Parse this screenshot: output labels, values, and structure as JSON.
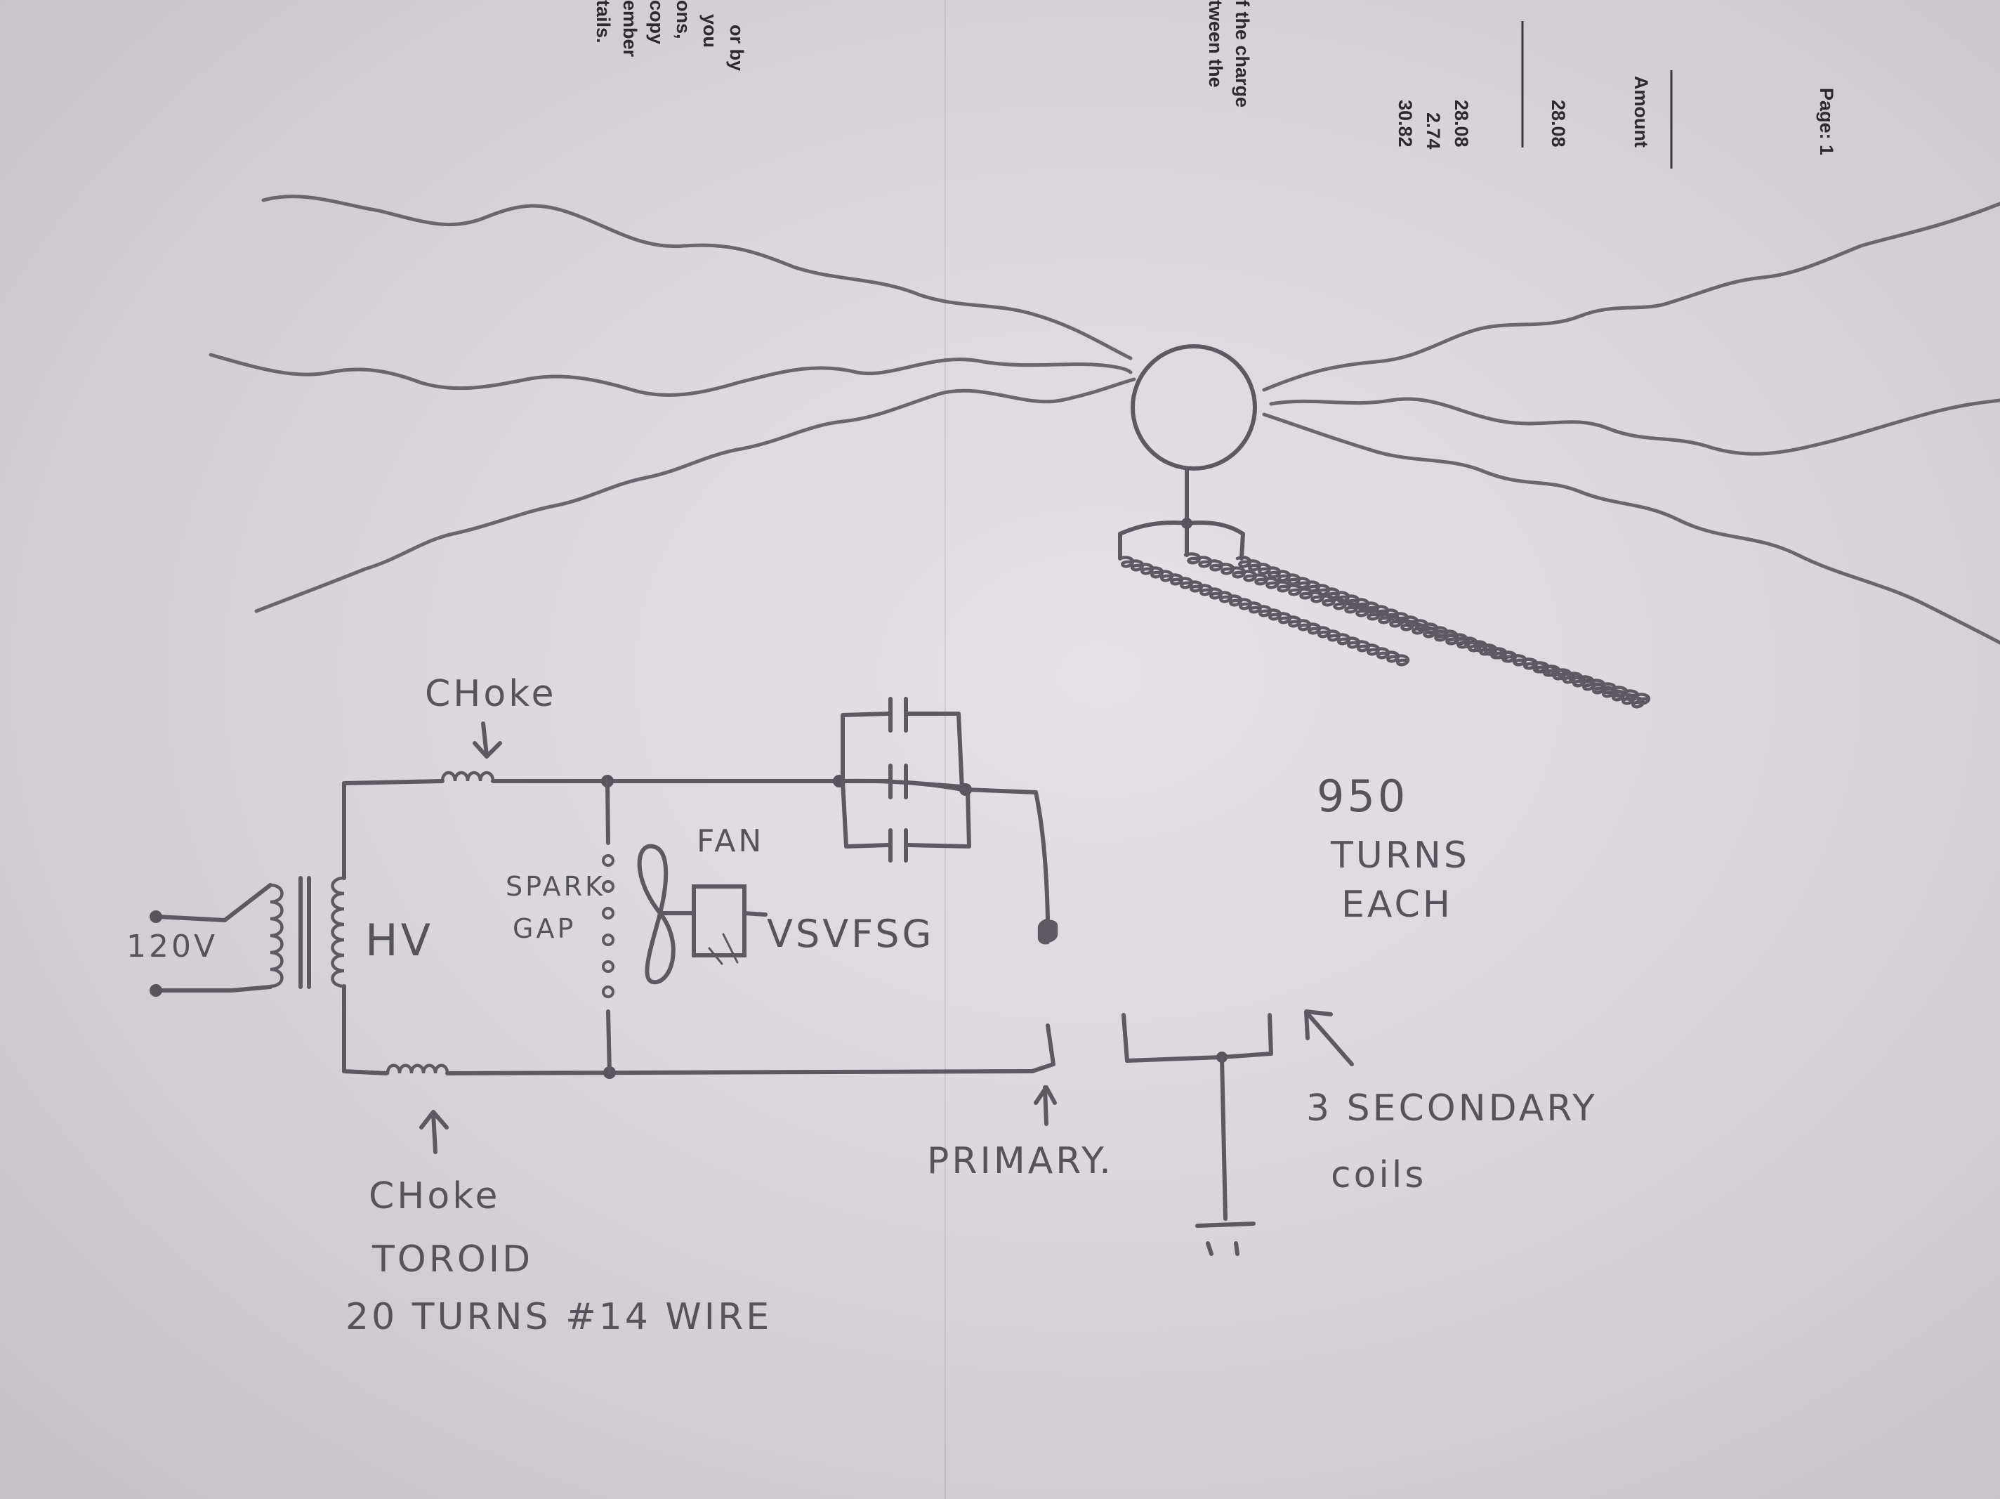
{
  "receipt": {
    "page_label": "Page: 1",
    "column_header": "Amount",
    "row_amount": "28.08",
    "totals": [
      "28.08",
      "2.74",
      "30.82"
    ],
    "fragments_mid": [
      "f the charge",
      "tween the"
    ],
    "fragments_left": [
      "or by",
      "you",
      "ons,",
      "copy",
      "ember",
      "tails."
    ]
  },
  "labels": {
    "choke_top": "CHoke",
    "choke_bottom_l1": "CHoke",
    "choke_bottom_l2": "TOROID",
    "choke_bottom_l3": "20 TURNS #14 WIRE",
    "input_voltage": "120V",
    "transformer": "HV",
    "spark_gap_l1": "SPARK",
    "spark_gap_l2": "GAP",
    "fan": "FAN",
    "motor": "VSVFSG",
    "primary": "PRIMARY.",
    "turns_l1": "950",
    "turns_l2": "TURNS",
    "turns_l3": "EACH",
    "secondary_l1": "3 SECONDARY",
    "secondary_l2": "coils"
  },
  "colors": {
    "paper": "#dddbdf",
    "pencil": "#5c5a60",
    "print_ink": "#2c2a30"
  }
}
